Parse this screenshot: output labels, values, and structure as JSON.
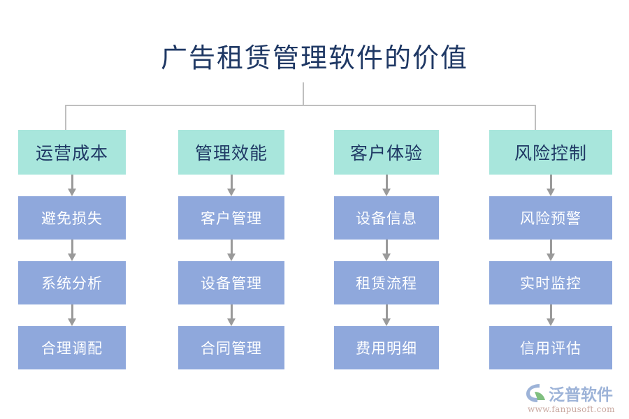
{
  "title": "广告租赁管理软件的价值",
  "colors": {
    "title_text": "#1F3864",
    "header_box_bg": "#A8E6DC",
    "header_box_text": "#1F3864",
    "node_box_bg": "#8FA8DC",
    "node_box_text": "#FFFFFF",
    "connector": "#BFBFBF",
    "arrow": "#9A9A9A",
    "background": "#FFFFFF",
    "logo_text": "#9DB3D8",
    "logo_url": "#C9A8A0"
  },
  "columns": [
    {
      "header": "运营成本",
      "nodes": [
        "避免损失",
        "系统分析",
        "合理调配"
      ]
    },
    {
      "header": "管理效能",
      "nodes": [
        "客户管理",
        "设备管理",
        "合同管理"
      ]
    },
    {
      "header": "客户体验",
      "nodes": [
        "设备信息",
        "租赁流程",
        "费用明细"
      ]
    },
    {
      "header": "风险控制",
      "nodes": [
        "风险预警",
        "实时监控",
        "信用评估"
      ]
    }
  ],
  "logo": {
    "name": "泛普软件",
    "url": "www.fanpusoft.com"
  }
}
